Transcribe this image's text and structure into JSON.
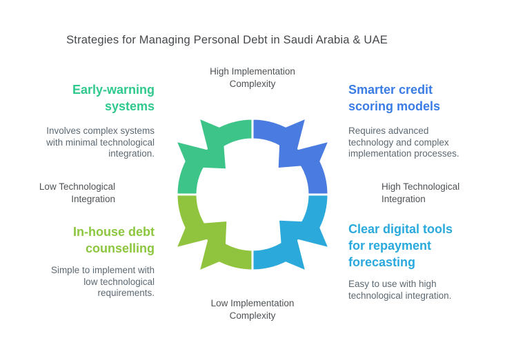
{
  "title": "Strategies for Managing Personal Debt in Saudi Arabia & UAE",
  "colors": {
    "title": "#44484c",
    "axis_label": "#4d5256",
    "body": "#5c6872",
    "outline": "#ffffff"
  },
  "axes": {
    "top": "High Implementation\nComplexity",
    "bottom": "Low Implementation\nComplexity",
    "left": "Low Technological\nIntegration",
    "right": "High Technological\nIntegration"
  },
  "quadrants": {
    "top_left": {
      "heading": "Early-warning\nsystems",
      "description": "Involves complex systems\nwith minimal technological\nintegration.",
      "accent": "#2fc98d",
      "segment_color": "#3dc489"
    },
    "top_right": {
      "heading": "Smarter credit\nscoring models",
      "description": "Requires advanced\ntechnology and complex\nimplementation processes.",
      "accent": "#3a7ce6",
      "segment_color": "#4a7be0"
    },
    "bottom_left": {
      "heading": "In-house debt\ncounselling",
      "description": "Simple to implement with\nlow technological\nrequirements.",
      "accent": "#8cc63f",
      "segment_color": "#90c33e"
    },
    "bottom_right": {
      "heading": "Clear digital tools\nfor repayment\nforecasting",
      "description": "Easy to use with high\ntechnological integration.",
      "accent": "#29a9dd",
      "segment_color": "#2aa9da"
    }
  },
  "diagram": {
    "type": "cycle-matrix",
    "x_axis": "Technological Integration (Low → High)",
    "y_axis": "Implementation Complexity (Low → High)",
    "segments_order": [
      "top_left",
      "top_right",
      "bottom_right",
      "bottom_left"
    ]
  }
}
